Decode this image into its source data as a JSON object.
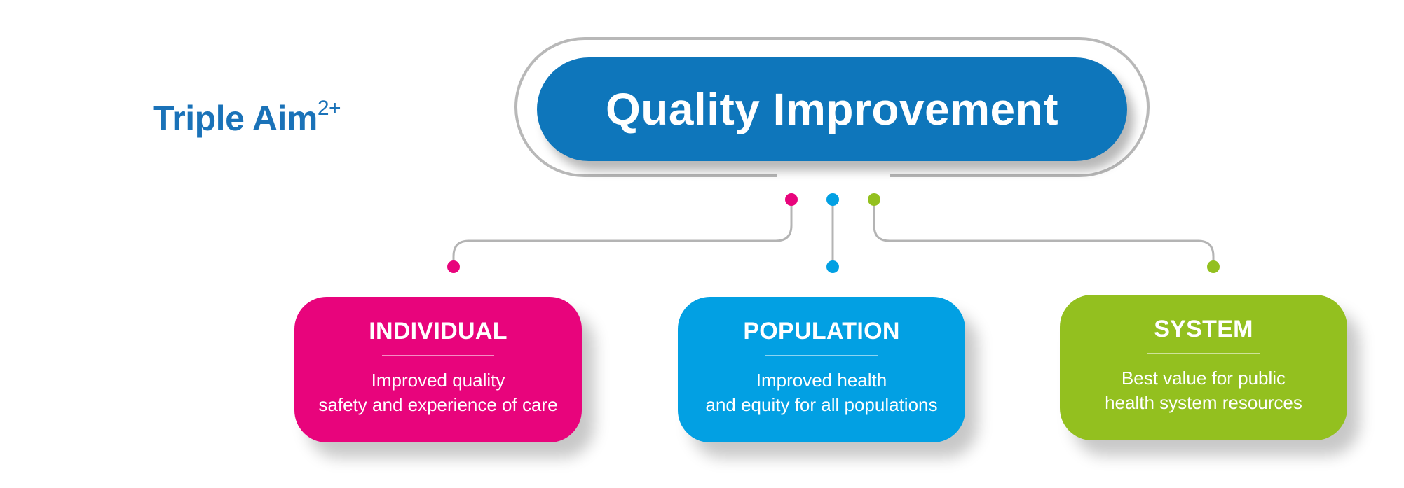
{
  "brand": {
    "text": "Triple Aim",
    "superscript": "2+"
  },
  "header": {
    "title": "Quality Improvement"
  },
  "cards": [
    {
      "title": "INDIVIDUAL",
      "line1": "Improved quality",
      "line2": "safety and experience of care"
    },
    {
      "title": "POPULATION",
      "line1": "Improved health",
      "line2": "and equity for all populations"
    },
    {
      "title": "SYSTEM",
      "line1": "Best value for public",
      "line2": "health system resources"
    }
  ],
  "colors": {
    "header": "#0e76bb",
    "brand": "#1a72b8",
    "individual": "#e8047c",
    "population": "#02a0e3",
    "system": "#93c01f",
    "connector": "#b4b4b4"
  }
}
